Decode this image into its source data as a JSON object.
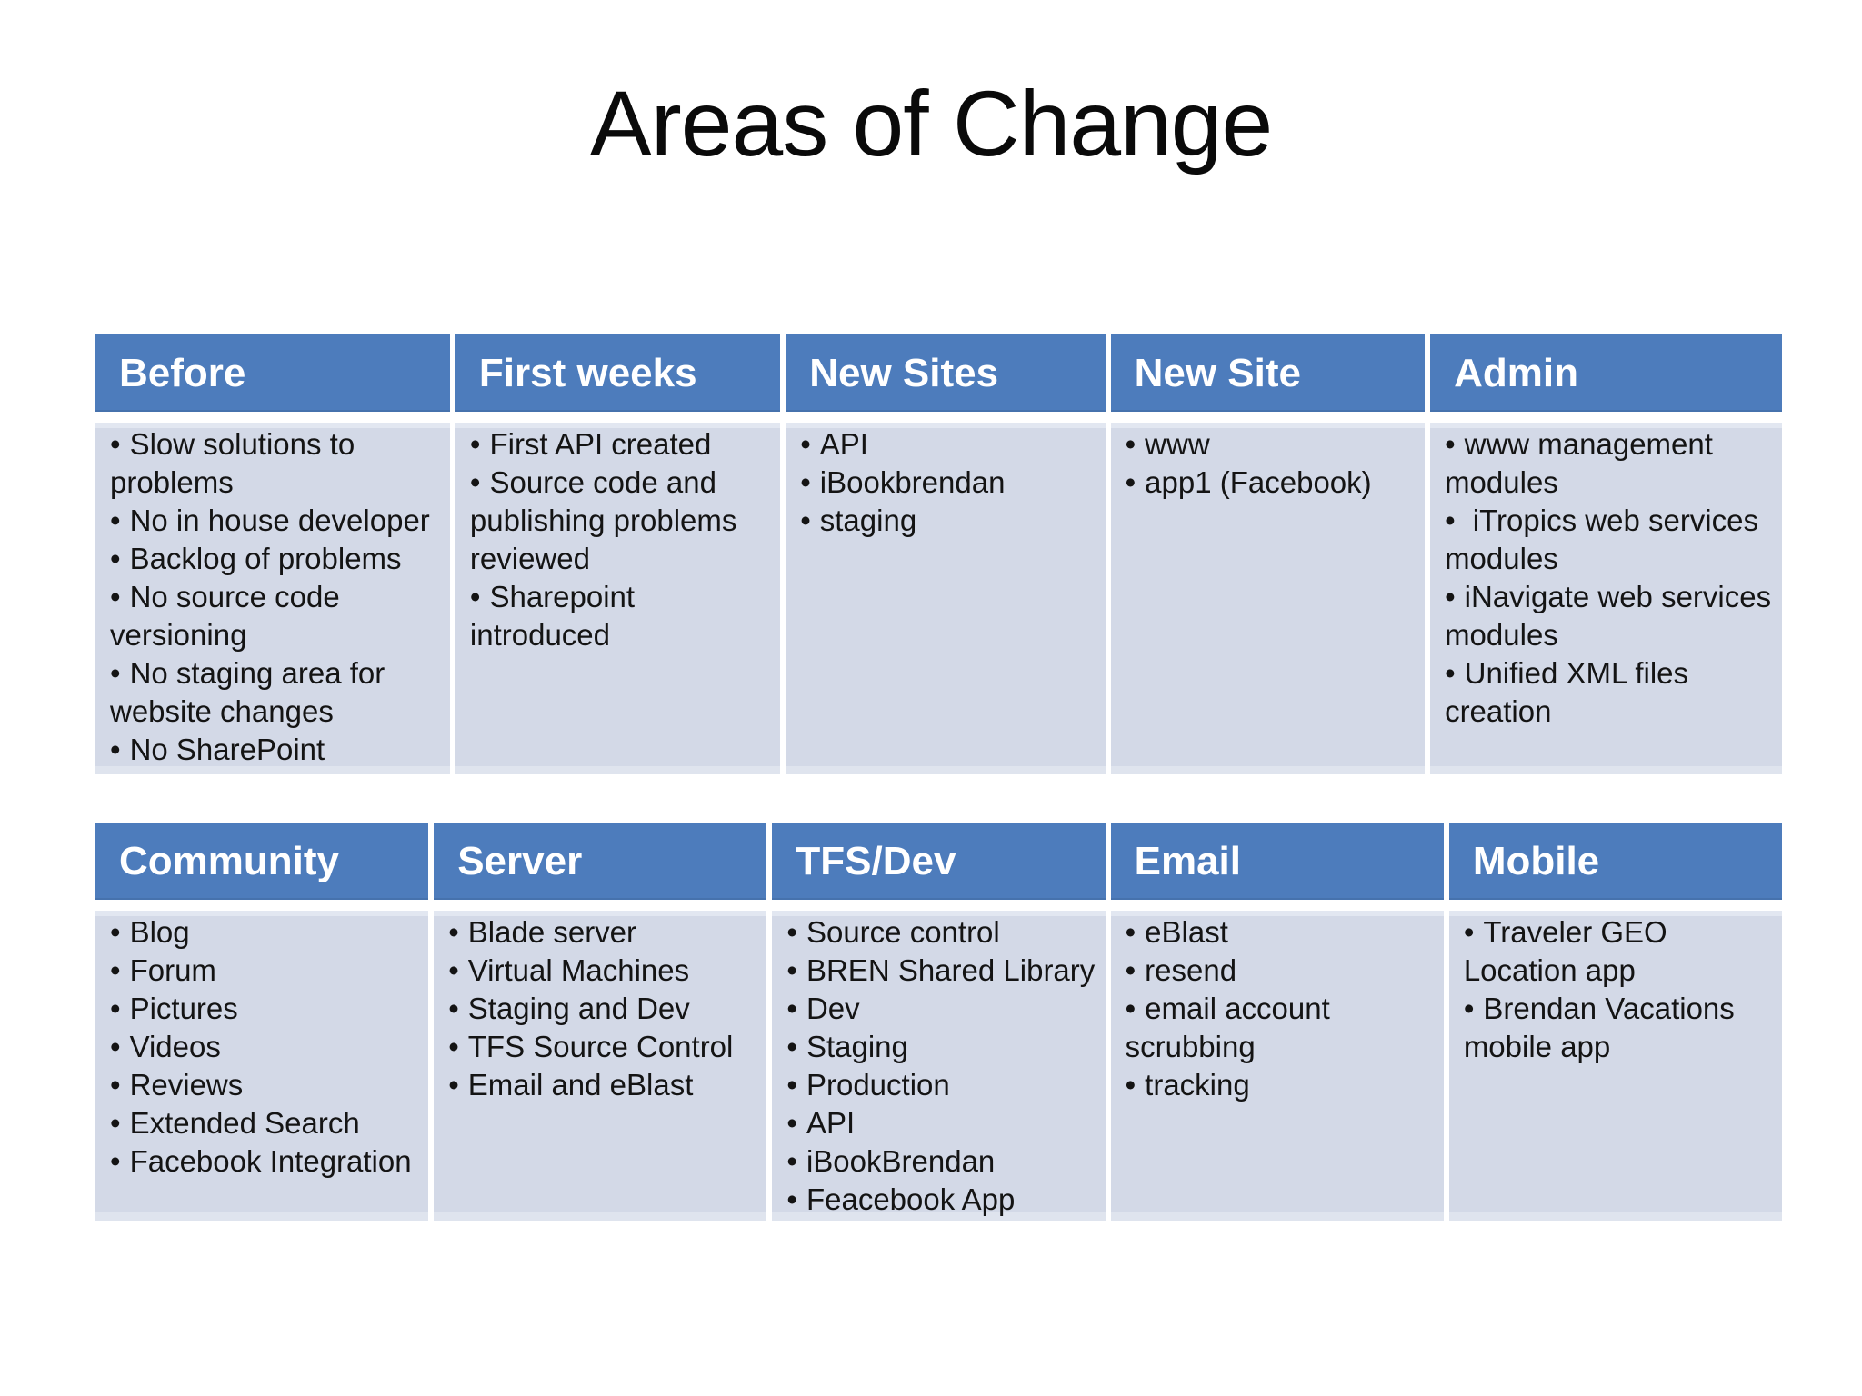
{
  "title": "Areas of Change",
  "bullet": "•",
  "colors": {
    "background": "#FFFFFF",
    "header_bg": "#4D7CBC",
    "header_text": "#FFFFFF",
    "body_bg": "#D3D9E7",
    "body_text": "#141414",
    "title_text": "#0A0A0A"
  },
  "tables": [
    {
      "name": "top-table",
      "columns": [
        {
          "header": "Before",
          "items": [
            "Slow solutions to problems",
            "No in house developer",
            "Backlog of problems",
            "No source code versioning",
            "No staging area for website changes",
            "No SharePoint"
          ]
        },
        {
          "header": "First weeks",
          "items": [
            "First API created",
            "Source code and publishing problems reviewed",
            "Sharepoint introduced"
          ]
        },
        {
          "header": "New Sites",
          "items": [
            "API",
            "iBookbrendan",
            "staging"
          ]
        },
        {
          "header": "New Site",
          "items": [
            "www",
            "app1 (Facebook)"
          ]
        },
        {
          "header": "Admin",
          "items": [
            "www management modules",
            " iTropics web services modules",
            "iNavigate web services modules",
            "Unified XML files creation"
          ]
        }
      ]
    },
    {
      "name": "bottom-table",
      "columns": [
        {
          "header": "Community",
          "items": [
            "Blog",
            "Forum",
            "Pictures",
            "Videos",
            "Reviews",
            "Extended Search",
            "Facebook Integration"
          ]
        },
        {
          "header": "Server",
          "items": [
            "Blade server",
            "Virtual Machines",
            "Staging and Dev",
            "TFS Source Control",
            "Email and eBlast"
          ]
        },
        {
          "header": "TFS/Dev",
          "items": [
            "Source control",
            "BREN Shared Library",
            "Dev",
            "Staging",
            "Production",
            "API",
            "iBookBrendan",
            "Feacebook App"
          ]
        },
        {
          "header": "Email",
          "items": [
            "eBlast",
            "resend",
            "email account scrubbing",
            "tracking"
          ]
        },
        {
          "header": "Mobile",
          "items": [
            "Traveler GEO Location app",
            "Brendan Vacations mobile app"
          ]
        }
      ]
    }
  ]
}
